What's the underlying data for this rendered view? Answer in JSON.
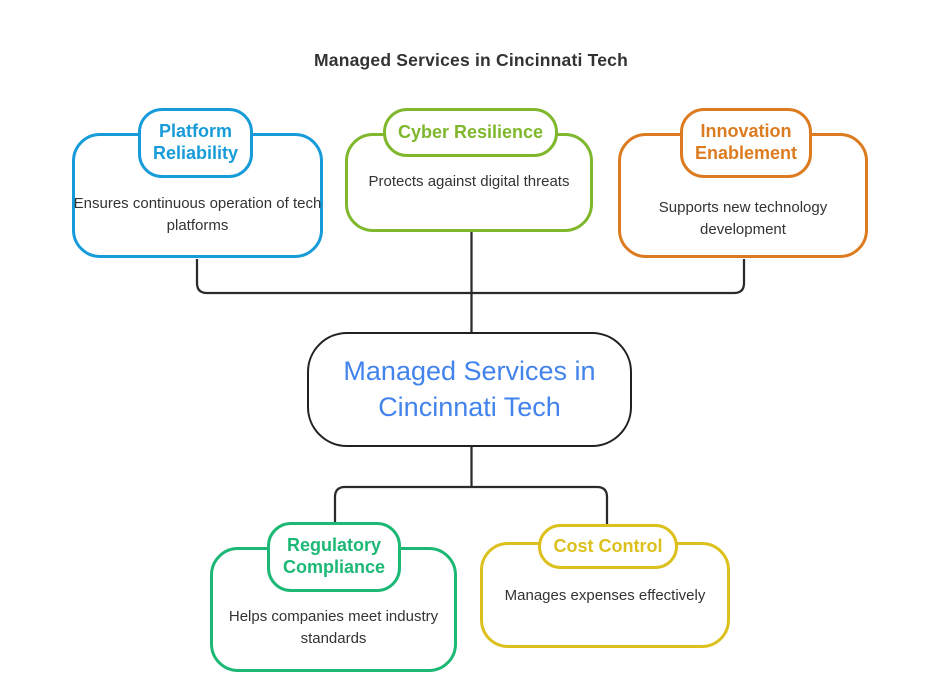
{
  "title": "Managed Services in Cincinnati Tech",
  "theme": {
    "background": "#ffffff",
    "line_color": "#2b2b2b",
    "text_color": "#333333",
    "title_color": "#333333",
    "center_border_color": "#212121",
    "center_text_color": "#4283ec"
  },
  "center_node": {
    "label": "Managed Services in Cincinnati Tech"
  },
  "nodes": [
    {
      "label": "Platform Reliability",
      "desc": "Ensures continuous operation of tech platforms",
      "color": "#189cd9"
    },
    {
      "label": "Cyber Resilience",
      "desc": "Protects against digital threats",
      "color": "#7fb72d"
    },
    {
      "label": "Innovation Enablement",
      "desc": "Supports new technology development",
      "color": "#dc7b20"
    },
    {
      "label": "Regulatory Compliance",
      "desc": "Helps companies meet industry standards",
      "color": "#1cb875"
    },
    {
      "label": "Cost Control",
      "desc": "Manages expenses effectively",
      "color": "#dcc11d"
    }
  ]
}
